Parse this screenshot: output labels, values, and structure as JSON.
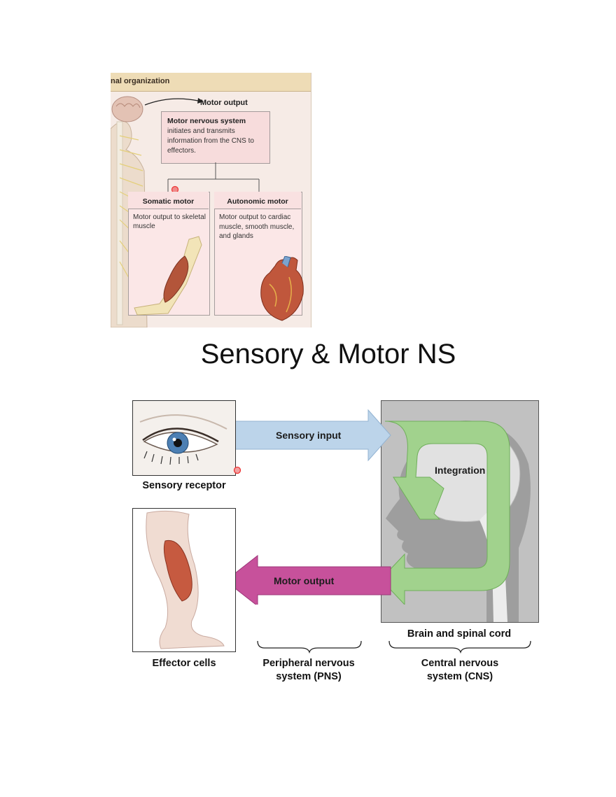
{
  "top_figure": {
    "header_title": "nal organization",
    "motor_output_label": "Motor output",
    "motor_nervous_system": {
      "title": "Motor nervous system",
      "description": "initiates and transmits information from the CNS to effectors."
    },
    "somatic_motor": {
      "title": "Somatic motor",
      "description": "Motor output to skeletal muscle"
    },
    "autonomic_motor": {
      "title": "Autonomic motor",
      "description": "Motor output to cardiac muscle, smooth muscle, and glands"
    }
  },
  "title": "Sensory & Motor NS",
  "bottom_figure": {
    "sensory_receptor_label": "Sensory receptor",
    "sensory_input_label": "Sensory input",
    "integration_label": "Integration",
    "motor_output_label": "Motor output",
    "effector_cells_label": "Effector cells",
    "brain_spinal_cord_label": "Brain and spinal cord",
    "pns_label_line1": "Peripheral nervous",
    "pns_label_line2": "system (PNS)",
    "cns_label_line1": "Central nervous",
    "cns_label_line2": "system (CNS)"
  },
  "colors": {
    "sensory_arrow": "#b9d2e8",
    "integration_arrow": "#9fd08a",
    "motor_arrow": "#c9509b",
    "cns_panel": "#bdbdbd",
    "header_band": "#eedcb6"
  }
}
